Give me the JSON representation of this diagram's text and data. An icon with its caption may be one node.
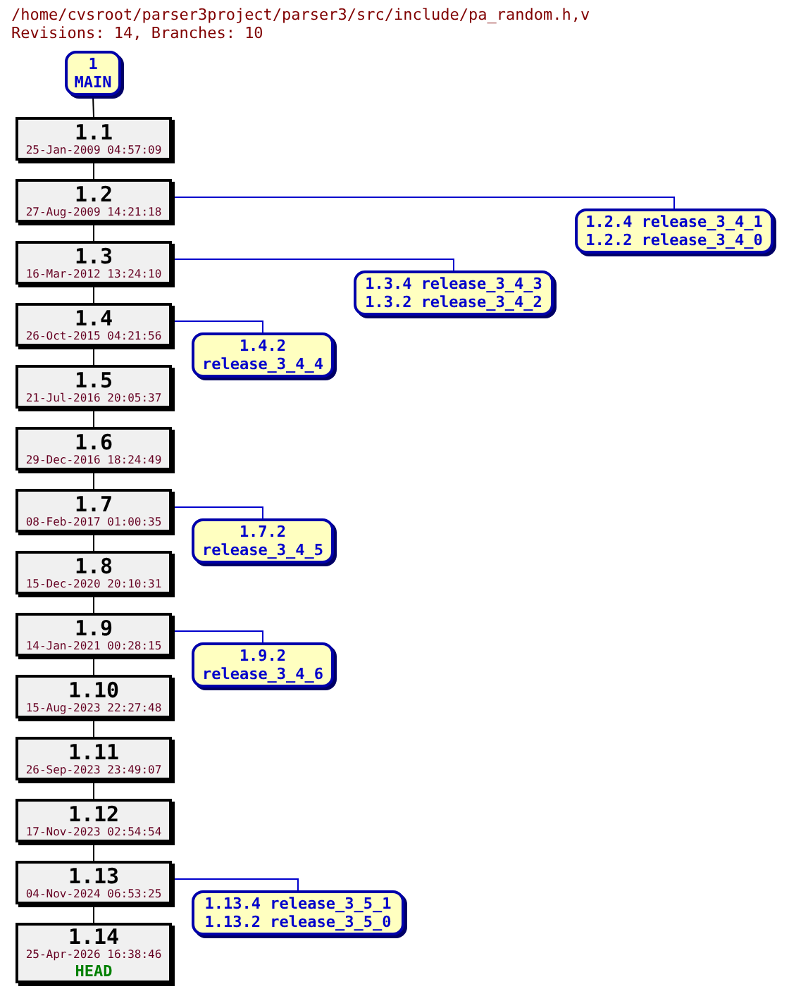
{
  "diagram": {
    "title": "/home/cvsroot/parser3project/parser3/src/include/pa_random.h,v",
    "labels": [
      "Revisions: 14, Branches: 10"
    ],
    "nodes": [
      {
        "text": [
          "1",
          "MAIN"
        ]
      },
      {
        "text": [
          "1.1",
          "25-Jan-2009 04:57:09"
        ]
      },
      {
        "text": [
          "1.2",
          "27-Aug-2009 14:21:18"
        ]
      },
      {
        "text": [
          "1.3",
          "16-Mar-2012 13:24:10"
        ]
      },
      {
        "text": [
          "1.4",
          "26-Oct-2015 04:21:56"
        ]
      },
      {
        "text": [
          "1.5",
          "21-Jul-2016 20:05:37"
        ]
      },
      {
        "text": [
          "1.6",
          "29-Dec-2016 18:24:49"
        ]
      },
      {
        "text": [
          "1.7",
          "08-Feb-2017 01:00:35"
        ]
      },
      {
        "text": [
          "1.8",
          "15-Dec-2020 20:10:31"
        ]
      },
      {
        "text": [
          "1.9",
          "14-Jan-2021 00:28:15"
        ]
      },
      {
        "text": [
          "1.10",
          "15-Aug-2023 22:27:48"
        ]
      },
      {
        "text": [
          "1.11",
          "26-Sep-2023 23:49:07"
        ]
      },
      {
        "text": [
          "1.12",
          "17-Nov-2023 02:54:54"
        ]
      },
      {
        "text": [
          "1.13",
          "04-Nov-2024 06:53:25"
        ]
      },
      {
        "text": [
          "1.14",
          "25-Apr-2026 16:38:46",
          "HEAD"
        ]
      },
      {
        "text": [
          "1.2.4 release_3_4_1",
          "1.2.2 release_3_4_0"
        ]
      },
      {
        "text": [
          "1.3.4 release_3_4_3",
          "1.3.2 release_3_4_2"
        ]
      },
      {
        "text": [
          "1.4.2",
          "release_3_4_4"
        ]
      },
      {
        "text": [
          "1.7.2",
          "release_3_4_5"
        ]
      },
      {
        "text": [
          "1.9.2",
          "release_3_4_6"
        ]
      },
      {
        "text": [
          "1.13.4 release_3_5_1",
          "1.13.2 release_3_5_0"
        ]
      }
    ],
    "edges": [
      {
        "from": 0,
        "to": 1,
        "arrow": "none"
      },
      {
        "from": 1,
        "to": 2,
        "arrow": "none"
      },
      {
        "from": 2,
        "to": 3,
        "arrow": "none"
      },
      {
        "from": 3,
        "to": 4,
        "arrow": "none"
      },
      {
        "from": 4,
        "to": 5,
        "arrow": "none"
      },
      {
        "from": 5,
        "to": 6,
        "arrow": "none"
      },
      {
        "from": 6,
        "to": 7,
        "arrow": "none"
      },
      {
        "from": 7,
        "to": 8,
        "arrow": "none"
      },
      {
        "from": 8,
        "to": 9,
        "arrow": "none"
      },
      {
        "from": 9,
        "to": 10,
        "arrow": "none"
      },
      {
        "from": 10,
        "to": 11,
        "arrow": "none"
      },
      {
        "from": 11,
        "to": 12,
        "arrow": "none"
      },
      {
        "from": 12,
        "to": 13,
        "arrow": "none"
      },
      {
        "from": 13,
        "to": 14,
        "arrow": "none"
      },
      {
        "from": 2,
        "to": 15,
        "arrow": "none",
        "color": "#0000cc"
      },
      {
        "from": 3,
        "to": 16,
        "arrow": "none",
        "color": "#0000cc"
      },
      {
        "from": 4,
        "to": 17,
        "arrow": "none",
        "color": "#0000cc"
      },
      {
        "from": 7,
        "to": 18,
        "arrow": "none",
        "color": "#0000cc"
      },
      {
        "from": 9,
        "to": 19,
        "arrow": "none",
        "color": "#0000cc"
      },
      {
        "from": 13,
        "to": 20,
        "arrow": "none",
        "color": "#0000cc"
      }
    ]
  }
}
